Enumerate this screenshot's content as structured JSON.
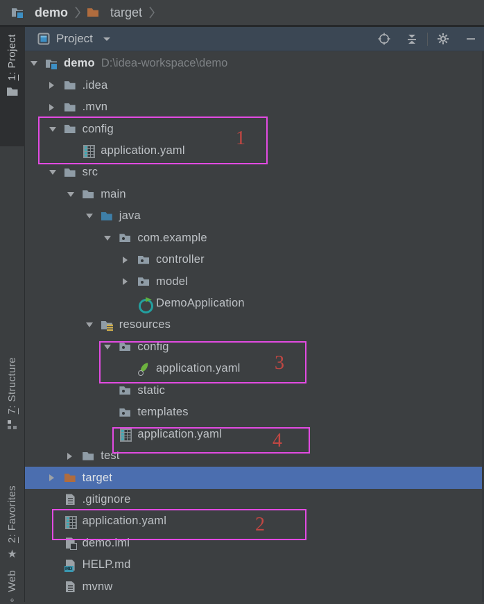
{
  "breadcrumb": {
    "items": [
      {
        "label": "demo",
        "icon": "project-folder"
      },
      {
        "label": "target",
        "icon": "excluded-folder"
      }
    ]
  },
  "panel": {
    "title": "Project",
    "actions": [
      {
        "name": "locate"
      },
      {
        "name": "collapse-all"
      },
      {
        "name": "settings"
      },
      {
        "name": "hide"
      }
    ]
  },
  "tree": {
    "rows": [
      {
        "label": "demo",
        "hint": "D:\\idea-workspace\\demo",
        "icon": "project-folder",
        "arrow": "down",
        "level": 0,
        "bold": true
      },
      {
        "label": ".idea",
        "icon": "folder",
        "arrow": "right",
        "level": 1
      },
      {
        "label": ".mvn",
        "icon": "folder",
        "arrow": "right",
        "level": 1
      },
      {
        "label": "config",
        "icon": "folder",
        "arrow": "down",
        "level": 1
      },
      {
        "label": "application.yaml",
        "icon": "yaml",
        "arrow": "none",
        "level": 2
      },
      {
        "label": "src",
        "icon": "folder",
        "arrow": "down",
        "level": 1
      },
      {
        "label": "main",
        "icon": "folder",
        "arrow": "down",
        "level": 2
      },
      {
        "label": "java",
        "icon": "folder-blue",
        "arrow": "down",
        "level": 3
      },
      {
        "label": "com.example",
        "icon": "package",
        "arrow": "down",
        "level": 4
      },
      {
        "label": "controller",
        "icon": "package",
        "arrow": "right",
        "level": 5
      },
      {
        "label": "model",
        "icon": "package",
        "arrow": "right",
        "level": 5
      },
      {
        "label": "DemoApplication",
        "icon": "spring-boot",
        "arrow": "none",
        "level": 5
      },
      {
        "label": "resources",
        "icon": "resources",
        "arrow": "down",
        "level": 3
      },
      {
        "label": "config",
        "icon": "package",
        "arrow": "down",
        "level": 4
      },
      {
        "label": "application.yaml",
        "icon": "spring-leaf",
        "arrow": "none",
        "level": 5
      },
      {
        "label": "static",
        "icon": "package",
        "arrow": "none",
        "level": 4
      },
      {
        "label": "templates",
        "icon": "package",
        "arrow": "none",
        "level": 4
      },
      {
        "label": "application.yaml",
        "icon": "yaml",
        "arrow": "none",
        "level": 4
      },
      {
        "label": "test",
        "icon": "folder",
        "arrow": "right",
        "level": 2
      },
      {
        "label": "target",
        "icon": "folder-orange",
        "arrow": "right",
        "level": 1,
        "selected": true
      },
      {
        "label": ".gitignore",
        "icon": "text-file",
        "arrow": "none",
        "level": 1
      },
      {
        "label": "application.yaml",
        "icon": "yaml",
        "arrow": "none",
        "level": 1
      },
      {
        "label": "demo.iml",
        "icon": "iml-file",
        "arrow": "none",
        "level": 1
      },
      {
        "label": "HELP.md",
        "icon": "md-file",
        "arrow": "none",
        "level": 1
      },
      {
        "label": "mvnw",
        "icon": "text-file",
        "arrow": "none",
        "level": 1
      }
    ]
  },
  "sidebar": {
    "items": [
      {
        "mnemonic": "1",
        "rest": ": Project",
        "icon": "folder",
        "active": true
      },
      {
        "mnemonic": "7",
        "rest": ": Structure",
        "icon": "structure"
      },
      {
        "mnemonic": "2",
        "rest": ": Favorites",
        "icon": "star"
      },
      {
        "mnemonic": "",
        "rest": "Web",
        "icon": "globe"
      }
    ]
  },
  "overlay": {
    "boxes": [
      {
        "num": "1"
      },
      {
        "num": "2"
      },
      {
        "num": "3"
      },
      {
        "num": "4"
      }
    ]
  },
  "colors": {
    "selection_blue": "#4B6EAF",
    "annotation_box_magenta": "#E34BE3",
    "annotation_number_red": "#C14743",
    "spring_green": "#6DB33F",
    "excluded_folder_orange": "#B06C3E",
    "panel_header_bg": "#3B4754",
    "background": "#3C3F41"
  }
}
